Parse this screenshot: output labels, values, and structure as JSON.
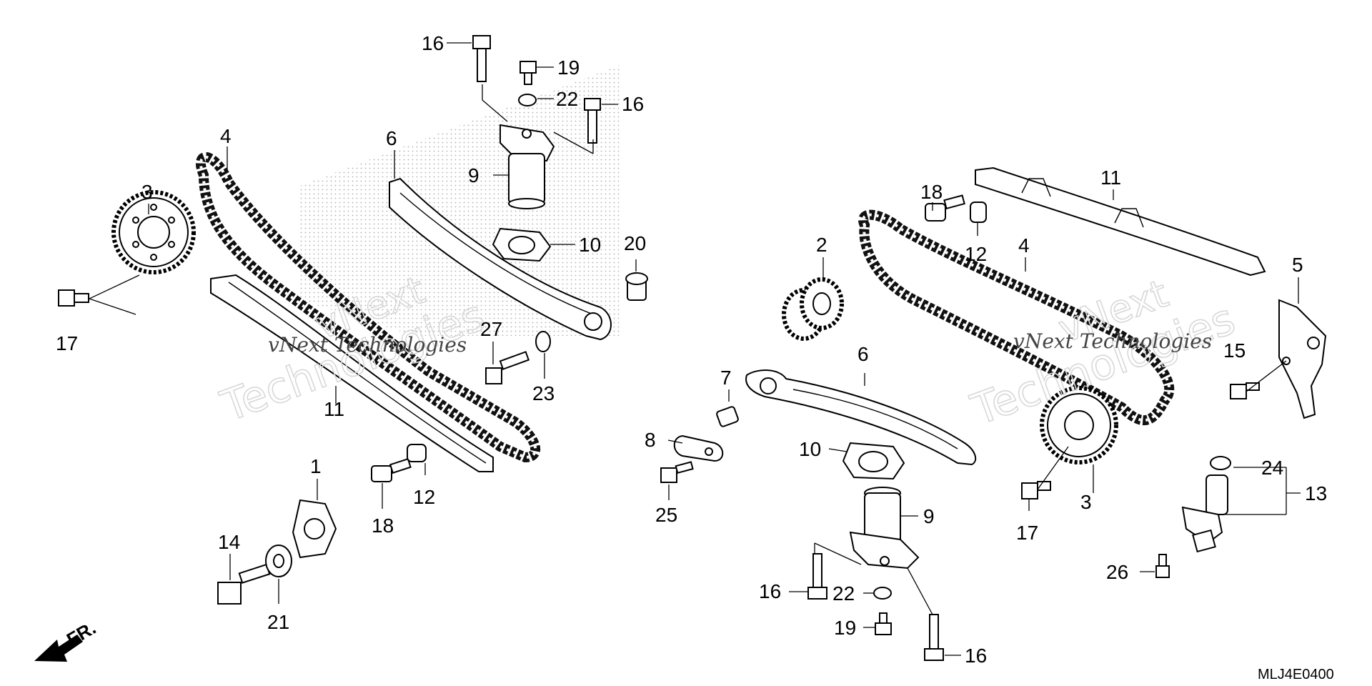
{
  "diagram_code": "MLJ4E0400",
  "front_marker": "FR.",
  "watermark": {
    "line1": "vNext",
    "line2": "Technologies",
    "caption": "vNext Technologies"
  },
  "callouts": {
    "l16a": "16",
    "l19a": "19",
    "l22a": "22",
    "l16b": "16",
    "l9a": "9",
    "l6a": "6",
    "l4a": "4",
    "l3a": "3",
    "l17a": "17",
    "l10a": "10",
    "l20": "20",
    "l27": "27",
    "l23": "23",
    "l11a": "11",
    "l12a": "12",
    "l18a": "18",
    "l1": "1",
    "l14": "14",
    "l21": "21",
    "l18b": "18",
    "l12b": "12",
    "l11b": "11",
    "l2": "2",
    "l4b": "4",
    "l5": "5",
    "l15": "15",
    "l6b": "6",
    "l7": "7",
    "l8": "8",
    "l25": "25",
    "l10b": "10",
    "l9b": "9",
    "l16c": "16",
    "l22b": "22",
    "l19b": "19",
    "l16d": "16",
    "l3b": "3",
    "l17b": "17",
    "l24": "24",
    "l13": "13",
    "l26": "26"
  },
  "colors": {
    "line": "#000000",
    "background": "#ffffff",
    "watermark": "#d8d8d8"
  }
}
